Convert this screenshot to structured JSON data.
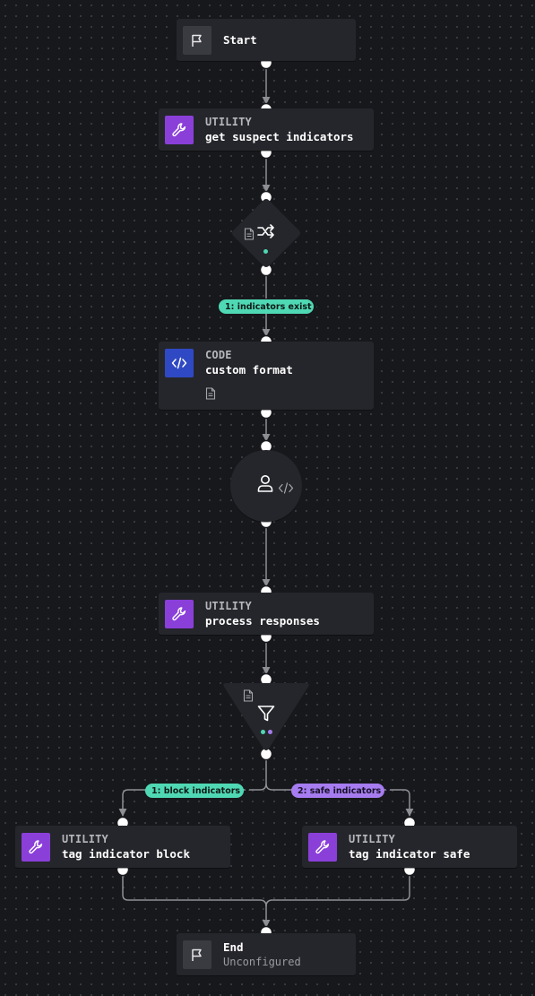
{
  "colors": {
    "background": "#17181c",
    "node": "#25262b",
    "utility_tile": "#8a3fd9",
    "code_tile": "#2f49c4",
    "start_end_tile": "#3a3b41",
    "branch_teal": "#4fd8b4",
    "branch_violet": "#a67cf0"
  },
  "start": {
    "label": "Start",
    "icon": "flag-icon"
  },
  "get_suspect": {
    "kind": "UTILITY",
    "label": "get suspect indicators",
    "icon": "wrench-icon"
  },
  "decision": {
    "icons": [
      "document-icon",
      "shuffle-icon"
    ],
    "branch": "1: indicators exist"
  },
  "code": {
    "kind": "CODE",
    "label": "custom format",
    "icon": "code-icon"
  },
  "prompt": {
    "icons": [
      "user-icon",
      "code-icon"
    ]
  },
  "process": {
    "kind": "UTILITY",
    "label": "process responses",
    "icon": "wrench-icon"
  },
  "filter": {
    "icons": [
      "document-icon",
      "filter-icon"
    ],
    "branches": [
      "1: block indicators",
      "2: safe indicators"
    ]
  },
  "tag_block": {
    "kind": "UTILITY",
    "label": "tag indicator block",
    "icon": "wrench-icon"
  },
  "tag_safe": {
    "kind": "UTILITY",
    "label": "tag indicator safe",
    "icon": "wrench-icon"
  },
  "end": {
    "label": "End",
    "status": "Unconfigured",
    "icon": "flag-icon"
  }
}
